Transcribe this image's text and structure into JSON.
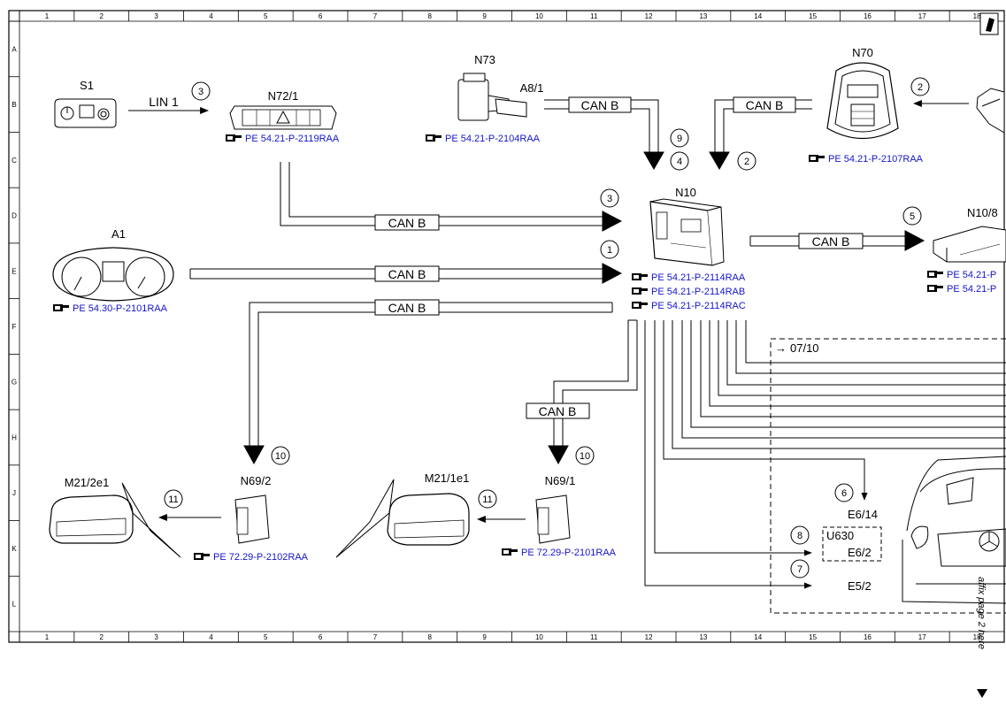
{
  "grid": {
    "columns": [
      "1",
      "2",
      "3",
      "4",
      "5",
      "6",
      "7",
      "8",
      "9",
      "10",
      "11",
      "12",
      "13",
      "14",
      "15",
      "16",
      "17",
      "18"
    ],
    "rows": [
      "A",
      "B",
      "C",
      "D",
      "E",
      "F",
      "G",
      "H",
      "J",
      "K",
      "L"
    ]
  },
  "components": {
    "s1": "S1",
    "n72_1": "N72/1",
    "n73": "N73",
    "a8_1": "A8/1",
    "n70": "N70",
    "n10": "N10",
    "n10_8": "N10/8",
    "a1": "A1",
    "n69_2": "N69/2",
    "n69_1": "N69/1",
    "m21_2e1": "M21/2e1",
    "m21_1e1": "M21/1e1",
    "e6_14": "E6/14",
    "u630": "U630",
    "e6_2": "E6/2",
    "e5_2": "E5/2"
  },
  "buses": {
    "lin1": "LIN 1",
    "can_b": "CAN B"
  },
  "circles": {
    "c1": "1",
    "c2": "2",
    "c3": "3",
    "c4": "4",
    "c5": "5",
    "c6": "6",
    "c7": "7",
    "c8": "8",
    "c9": "9",
    "c10": "10",
    "c11": "11"
  },
  "refs": {
    "n72_1": "PE 54.21-P-2119RAA",
    "a8_1": "PE 54.21-P-2104RAA",
    "n70": "PE 54.21-P-2107RAA",
    "a1": "PE 54.30-P-2101RAA",
    "n10_a": "PE 54.21-P-2114RAA",
    "n10_b": "PE 54.21-P-2114RAB",
    "n10_c": "PE 54.21-P-2114RAC",
    "n10_8_a": "PE 54.21-P",
    "n10_8_b": "PE 54.21-P",
    "n69_2": "PE 72.29-P-2102RAA",
    "n69_1": "PE 72.29-P-2101RAA"
  },
  "page_ref": "07/10",
  "affix_note": "affix page 2 here",
  "colors": {
    "line": "#000000",
    "ref_text": "#1515c8"
  }
}
